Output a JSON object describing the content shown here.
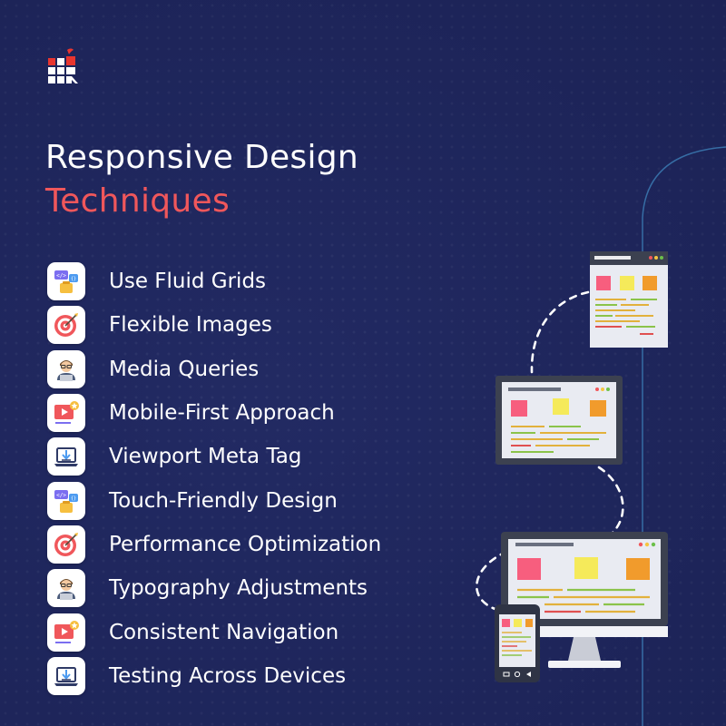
{
  "brand": {
    "logo_icon": "brand-logo-icon"
  },
  "title": {
    "line1": "Responsive Design",
    "line2": "Techniques"
  },
  "colors": {
    "background": "#222a63",
    "accent": "#f0575b",
    "text": "#ffffff"
  },
  "techniques": [
    {
      "label": "Use Fluid Grids",
      "icon": "code-chat-icon"
    },
    {
      "label": "Flexible Images",
      "icon": "target-icon"
    },
    {
      "label": "Media Queries",
      "icon": "developer-icon"
    },
    {
      "label": "Mobile-First Approach",
      "icon": "video-play-icon"
    },
    {
      "label": "Viewport Meta Tag",
      "icon": "download-laptop-icon"
    },
    {
      "label": "Touch-Friendly Design",
      "icon": "code-chat-icon"
    },
    {
      "label": "Performance Optimization",
      "icon": "target-icon"
    },
    {
      "label": "Typography Adjustments",
      "icon": "developer-icon"
    },
    {
      "label": "Consistent Navigation",
      "icon": "video-play-icon"
    },
    {
      "label": "Testing Across Devices",
      "icon": "download-laptop-icon"
    }
  ]
}
